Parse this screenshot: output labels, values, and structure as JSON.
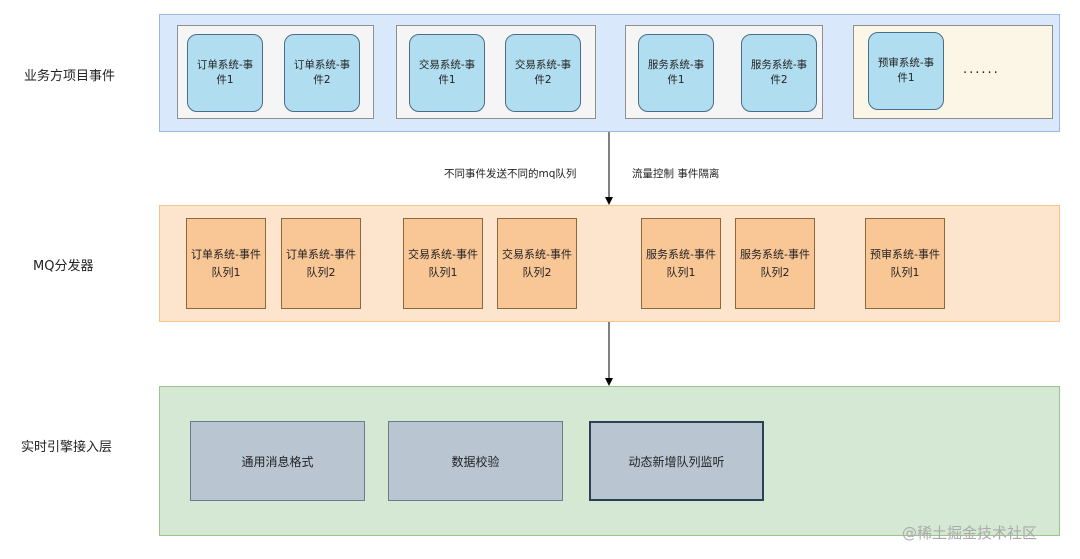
{
  "row_labels": {
    "events": "业务方项目事件",
    "mq": "MQ分发器",
    "engine": "实时引擎接入层"
  },
  "events": [
    "订单系统-事件1",
    "订单系统-事件2",
    "交易系统-事件1",
    "交易系统-事件2",
    "服务系统-事件1",
    "服务系统-事件2",
    "预审系统-事件1"
  ],
  "ellipsis": "......",
  "queues": [
    "订单系统-事件队列1",
    "订单系统-事件队列2",
    "交易系统-事件队列1",
    "交易系统-事件队列2",
    "服务系统-事件队列1",
    "服务系统-事件队列2",
    "预审系统-事件队列1"
  ],
  "annotations": {
    "left": "不同事件发送不同的mq队列",
    "right": "流量控制 事件隔离"
  },
  "engine_modules": [
    "通用消息格式",
    "数据校验",
    "动态新增队列监听"
  ],
  "watermark": "@稀土掘金技术社区",
  "colors": {
    "events_layer": "#dae8fc",
    "mq_layer": "#fde4cc",
    "engine_layer": "#d5e8d4",
    "event_box": "#b1ddf0",
    "queue_box": "#f9c696",
    "engine_box": "#b9c6d2"
  }
}
